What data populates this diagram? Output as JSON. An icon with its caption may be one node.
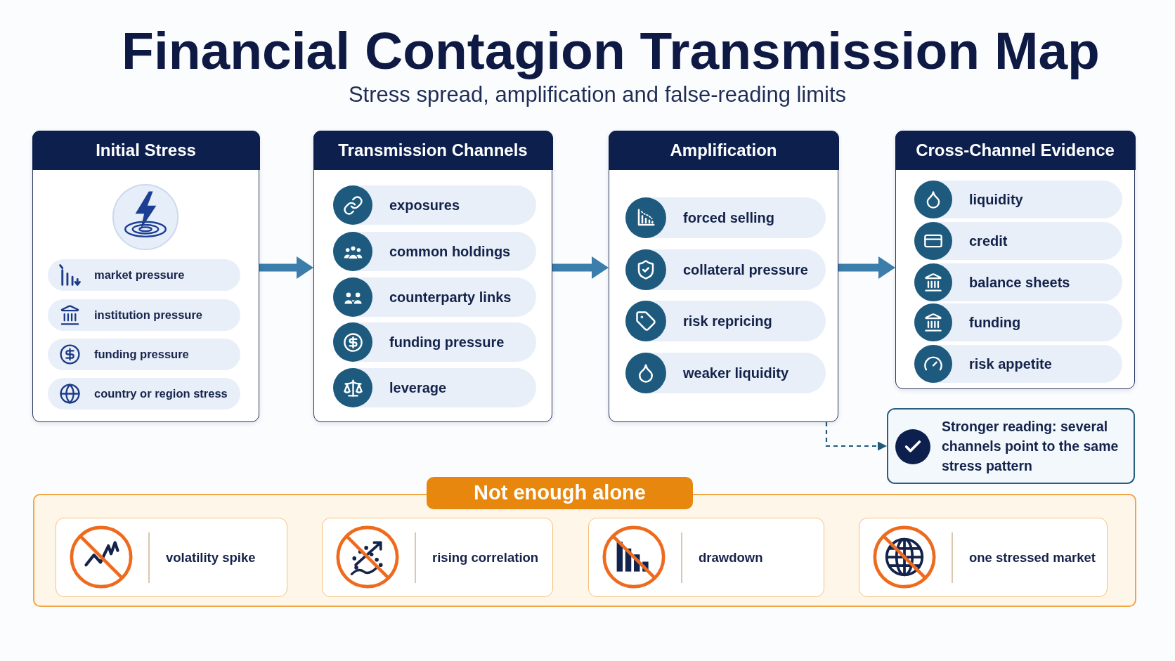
{
  "diagram": {
    "title": "Financial Contagion Transmission Map",
    "nodes": [
      {
        "text": [
          "Initial Stress"
        ]
      },
      {
        "text": [
          "market pressure"
        ],
        "in": 0
      },
      {
        "text": [
          "institution pressure"
        ],
        "in": 0
      },
      {
        "text": [
          "funding pressure"
        ],
        "in": 0
      },
      {
        "text": [
          "country or region stress"
        ],
        "in": 0
      },
      {
        "text": [
          "Transmission Channels"
        ]
      },
      {
        "text": [
          "exposures"
        ],
        "in": 5
      },
      {
        "text": [
          "common holdings"
        ],
        "in": 5
      },
      {
        "text": [
          "counterparty links"
        ],
        "in": 5
      },
      {
        "text": [
          "funding pressure"
        ],
        "in": 5
      },
      {
        "text": [
          "leverage"
        ],
        "in": 5
      },
      {
        "text": [
          "Amplification"
        ]
      },
      {
        "text": [
          "forced selling"
        ],
        "in": 11
      },
      {
        "text": [
          "collateral pressure"
        ],
        "in": 11
      },
      {
        "text": [
          "risk repricing"
        ],
        "in": 11
      },
      {
        "text": [
          "weaker liquidity"
        ],
        "in": 11
      },
      {
        "text": [
          "Cross-Channel Evidence"
        ]
      },
      {
        "text": [
          "liquidity"
        ],
        "in": 16
      },
      {
        "text": [
          "credit"
        ],
        "in": 16
      },
      {
        "text": [
          "balance sheets"
        ],
        "in": 16
      },
      {
        "text": [
          "funding"
        ],
        "in": 16
      },
      {
        "text": [
          "risk appetite"
        ],
        "in": 16
      },
      {
        "text": [
          "Stronger reading: several channels point to the same stress pattern"
        ]
      },
      {
        "text": [
          "Not enough alone"
        ]
      },
      {
        "text": [
          "volatility spike"
        ],
        "in": 23
      },
      {
        "text": [
          "rising correlation"
        ],
        "in": 23
      },
      {
        "text": [
          "drawdown"
        ],
        "in": 23
      },
      {
        "text": [
          "one stressed market"
        ],
        "in": 23
      }
    ],
    "edges": [
      {
        "from": 0,
        "to": 5,
        "arrow": "to"
      },
      {
        "from": 5,
        "to": 11,
        "arrow": "to"
      },
      {
        "from": 11,
        "to": 16,
        "arrow": "to"
      },
      {
        "from": 11,
        "to": 22,
        "arrow": "to",
        "style": "dashed",
        "color": "#1f5a7a"
      }
    ],
    "labels": [
      "Stress spread, amplification and false-reading limits"
    ]
  }
}
